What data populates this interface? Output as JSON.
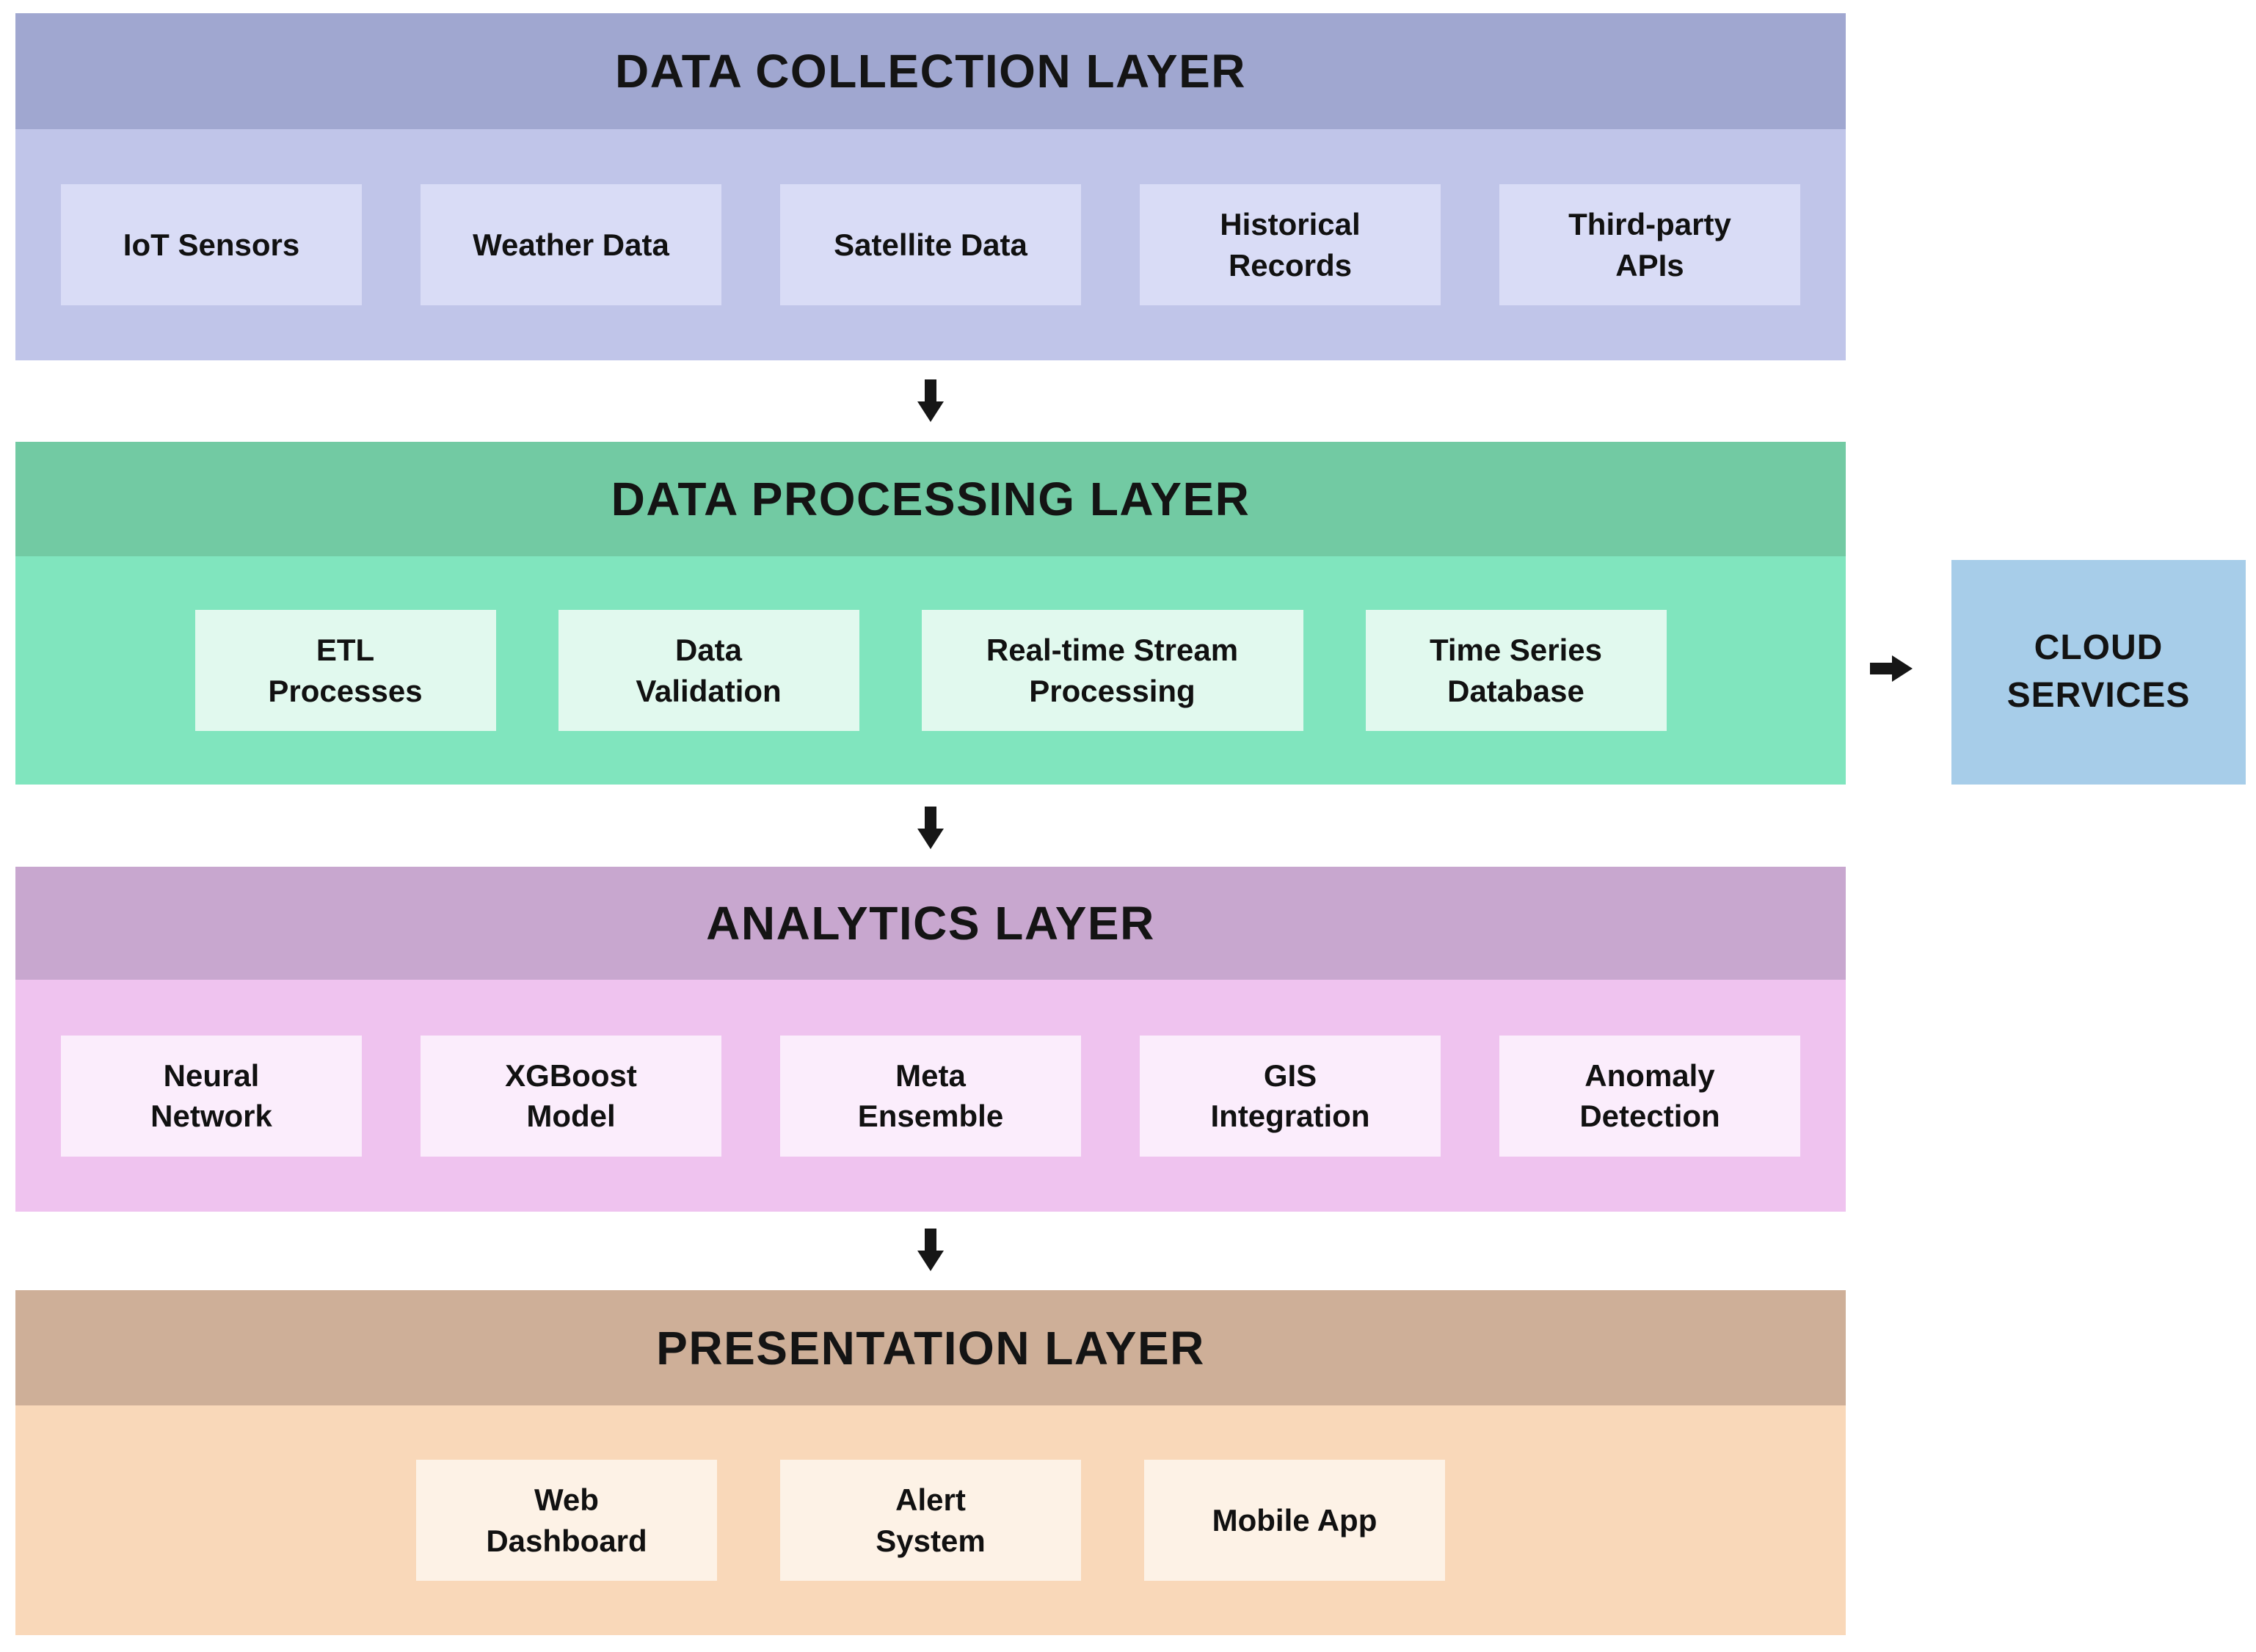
{
  "diagram": {
    "layers": [
      {
        "title": "DATA COLLECTION LAYER",
        "header_bg": "#A0A7D0",
        "body_bg": "#C0C5E9",
        "box_bg": "#D9DCF6",
        "boxes": [
          [
            "IoT Sensors"
          ],
          [
            "Weather Data"
          ],
          [
            "Satellite Data"
          ],
          [
            "Historical",
            "Records"
          ],
          [
            "Third-party",
            "APIs"
          ]
        ]
      },
      {
        "title": "DATA PROCESSING LAYER",
        "header_bg": "#72CAA3",
        "body_bg": "#80E5BE",
        "box_bg": "#E1F9EE",
        "boxes": [
          [
            "ETL",
            "Processes"
          ],
          [
            "Data",
            "Validation"
          ],
          [
            "Real-time Stream",
            "Processing"
          ],
          [
            "Time Series",
            "Database"
          ]
        ]
      },
      {
        "title": "ANALYTICS LAYER",
        "header_bg": "#C8A7CF",
        "body_bg": "#EFC3EF",
        "box_bg": "#FBEDFC",
        "boxes": [
          [
            "Neural",
            "Network"
          ],
          [
            "XGBoost",
            "Model"
          ],
          [
            "Meta",
            "Ensemble"
          ],
          [
            "GIS",
            "Integration"
          ],
          [
            "Anomaly",
            "Detection"
          ]
        ]
      },
      {
        "title": "PRESENTATION LAYER",
        "header_bg": "#CEAF98",
        "body_bg": "#F9D8B9",
        "box_bg": "#FDF2E6",
        "boxes": [
          [
            "Web",
            "Dashboard"
          ],
          [
            "Alert",
            "System"
          ],
          [
            "Mobile App"
          ]
        ]
      }
    ],
    "cloud": {
      "label": [
        "CLOUD",
        "SERVICES"
      ],
      "bg": "#A7CDE9"
    },
    "arrow_color": "#161616"
  }
}
